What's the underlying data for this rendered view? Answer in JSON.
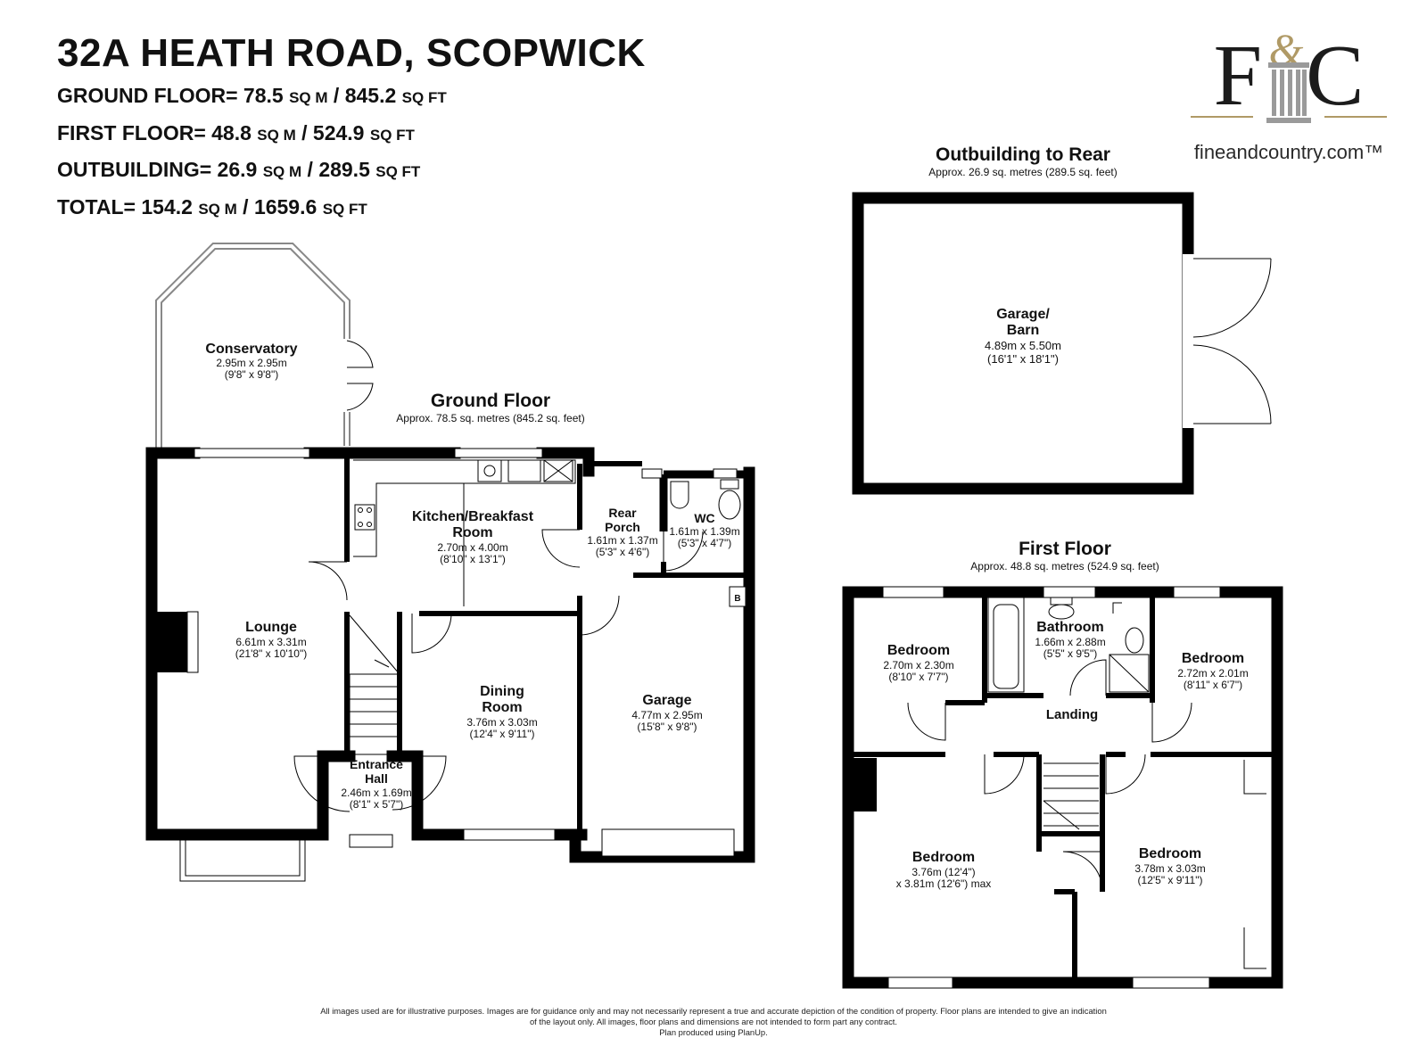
{
  "header": {
    "title": "32A HEATH ROAD, SCOPWICK",
    "areas": [
      {
        "label": "GROUND FLOOR=",
        "m": "78.5",
        "m_unit": "SQ M",
        "sep": "/",
        "ft": "845.2",
        "ft_unit": "SQ FT"
      },
      {
        "label": "FIRST FLOOR=",
        "m": "48.8",
        "m_unit": "SQ M",
        "sep": "/",
        "ft": "524.9",
        "ft_unit": "SQ FT"
      },
      {
        "label": "OUTBUILDING=",
        "m": "26.9",
        "m_unit": "SQ M",
        "sep": "/",
        "ft": "289.5",
        "ft_unit": "SQ FT"
      },
      {
        "label": "TOTAL=",
        "m": "154.2",
        "m_unit": "SQ M",
        "sep": "/",
        "ft": "1659.6",
        "ft_unit": "SQ FT"
      }
    ]
  },
  "logo": {
    "letters": "F  C",
    "ampersand": "&",
    "url": "fineandcountry.com™",
    "colors": {
      "gold": "#b09a66",
      "dark": "#1c1c1c"
    }
  },
  "floors": {
    "outbuilding": {
      "title": "Outbuilding to Rear",
      "approx": "Approx. 26.9 sq. metres (289.5 sq. feet)"
    },
    "ground": {
      "title": "Ground Floor",
      "approx": "Approx. 78.5 sq. metres (845.2 sq. feet)"
    },
    "first": {
      "title": "First Floor",
      "approx": "Approx. 48.8 sq. metres (524.9 sq. feet)"
    }
  },
  "rooms": {
    "garage_barn": {
      "name1": "Garage/",
      "name2": "Barn",
      "dim": "4.89m x 5.50m",
      "imp": "(16'1\" x 18'1\")"
    },
    "conservatory": {
      "name1": "Conservatory",
      "dim": "2.95m x 2.95m",
      "imp": "(9'8\" x 9'8\")"
    },
    "kitchen": {
      "name1": "Kitchen/Breakfast",
      "name2": "Room",
      "dim": "2.70m x 4.00m",
      "imp": "(8'10\" x 13'1\")"
    },
    "rear_porch": {
      "name1": "Rear",
      "name2": "Porch",
      "dim": "1.61m x 1.37m",
      "imp": "(5'3\" x 4'6\")"
    },
    "wc": {
      "name1": "WC",
      "dim": "1.61m x 1.39m",
      "imp": "(5'3\" x 4'7\")"
    },
    "lounge": {
      "name1": "Lounge",
      "dim": "6.61m x 3.31m",
      "imp": "(21'8\" x 10'10\")"
    },
    "dining": {
      "name1": "Dining",
      "name2": "Room",
      "dim": "3.76m x 3.03m",
      "imp": "(12'4\" x 9'11\")"
    },
    "garage": {
      "name1": "Garage",
      "dim": "4.77m x 2.95m",
      "imp": "(15'8\" x 9'8\")"
    },
    "entrance": {
      "name1": "Entrance",
      "name2": "Hall",
      "dim": "2.46m x 1.69m",
      "imp": "(8'1\" x 5'7\")"
    },
    "bedroom_a": {
      "name1": "Bedroom",
      "dim": "2.70m x 2.30m",
      "imp": "(8'10\" x 7'7\")"
    },
    "bathroom": {
      "name1": "Bathroom",
      "dim": "1.66m x 2.88m",
      "imp": "(5'5\" x 9'5\")"
    },
    "bedroom_b": {
      "name1": "Bedroom",
      "dim": "2.72m x 2.01m",
      "imp": "(8'11\" x 6'7\")"
    },
    "landing": {
      "name1": "Landing"
    },
    "bedroom_c": {
      "name1": "Bedroom",
      "dim": "3.76m (12'4\")",
      "imp": "x 3.81m (12'6\") max"
    },
    "bedroom_d": {
      "name1": "Bedroom",
      "dim": "3.78m x 3.03m",
      "imp": "(12'5\" x 9'11\")"
    }
  },
  "boiler_label": "B",
  "disclaimer": [
    "All images used are for illustrative purposes. Images are for guidance only and may not necessarily represent a true and accurate depiction of the condition of property. Floor plans are intended to give an indication",
    "of the layout only. All images, floor plans and dimensions are not intended to form part any contract.",
    "Plan produced using PlanUp."
  ]
}
